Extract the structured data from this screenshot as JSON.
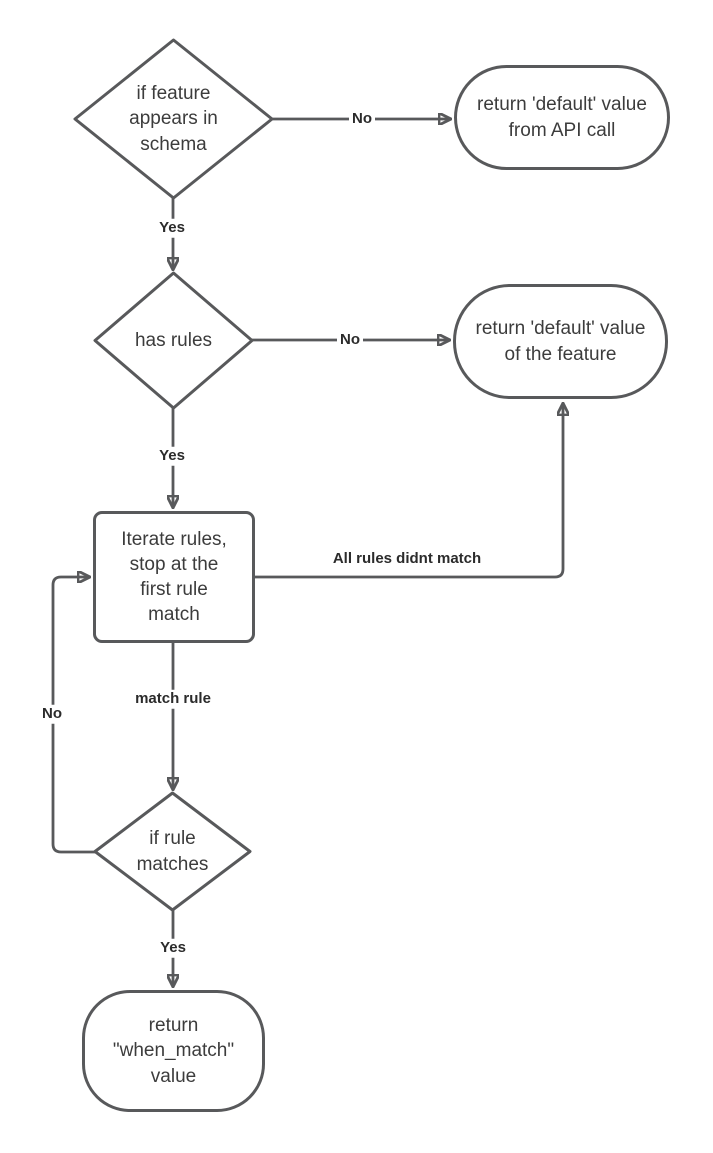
{
  "diagram": {
    "type": "flowchart",
    "background_color": "#ffffff",
    "stroke_color": "#58595b",
    "node_text_color": "#3c3c3c",
    "edge_label_color": "#2b2b2b",
    "nodes": [
      {
        "id": "decision-feature-in-schema",
        "shape": "diamond",
        "label": "if feature\nappears in\nschema"
      },
      {
        "id": "terminal-default-api",
        "shape": "stadium",
        "label": "return 'default' value\nfrom API call"
      },
      {
        "id": "decision-has-rules",
        "shape": "diamond",
        "label": "has rules"
      },
      {
        "id": "terminal-default-feature",
        "shape": "stadium",
        "label": "return 'default' value\nof the feature"
      },
      {
        "id": "process-iterate-rules",
        "shape": "rectangle",
        "label": "Iterate rules,\nstop at the\nfirst rule\nmatch"
      },
      {
        "id": "decision-rule-matches",
        "shape": "diamond",
        "label": "if rule\nmatches"
      },
      {
        "id": "terminal-when-match",
        "shape": "stadium",
        "label": "return\n\"when_match\"\nvalue"
      }
    ],
    "edges": [
      {
        "from": "decision-feature-in-schema",
        "to": "terminal-default-api",
        "label": "No"
      },
      {
        "from": "decision-feature-in-schema",
        "to": "decision-has-rules",
        "label": "Yes"
      },
      {
        "from": "decision-has-rules",
        "to": "terminal-default-feature",
        "label": "No"
      },
      {
        "from": "decision-has-rules",
        "to": "process-iterate-rules",
        "label": "Yes"
      },
      {
        "from": "process-iterate-rules",
        "to": "terminal-default-feature",
        "label": "All rules didnt match"
      },
      {
        "from": "process-iterate-rules",
        "to": "decision-rule-matches",
        "label": "match rule"
      },
      {
        "from": "decision-rule-matches",
        "to": "process-iterate-rules",
        "label": "No"
      },
      {
        "from": "decision-rule-matches",
        "to": "terminal-when-match",
        "label": "Yes"
      }
    ]
  }
}
